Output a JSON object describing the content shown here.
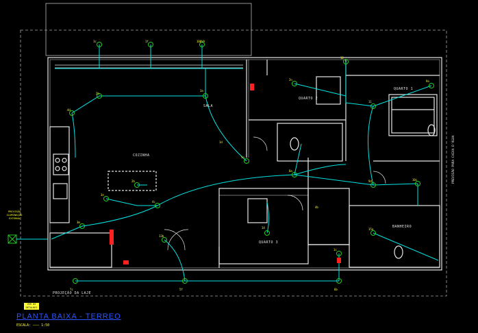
{
  "drawing": {
    "title": "PLANTA BAIXA  -  TERREO",
    "scale_label": "ESCALA: ——— 1:50",
    "stamp": "VER OS DETALHES",
    "external_feed": "PREVISÃO ILUMINAÇÃO EXTERNA",
    "side_note": "PREVISÃO PARA CAIXA D'ÁGUA"
  },
  "rooms": {
    "sala": "SALA",
    "cozinha": "COZINHA",
    "quarto1": "QUARTO 1",
    "quarto2": "QUARTO 2",
    "quarto3": "QUARTO 3",
    "banheiro": "BANHEIRO",
    "projecao": "PROJEÇÃO DA LAJE"
  },
  "colors": {
    "background": "#000000",
    "walls": "#e8e8e8",
    "wiring": "#00e5e5",
    "labels": "#ffff33",
    "nodes": "#22cc22",
    "accent": "#ff2020",
    "title": "#2d55ff"
  },
  "circuit_labels": [
    "1c",
    "1f",
    "100VA",
    "2h",
    "3a",
    "4d",
    "5f",
    "6b",
    "7c",
    "8a",
    "9d",
    "10c",
    "11",
    "12",
    "13b",
    "14",
    "15a",
    "2n",
    "3m",
    "4c",
    "5n",
    "9a",
    "1c",
    "2b",
    "3e",
    "1d",
    "4b"
  ]
}
